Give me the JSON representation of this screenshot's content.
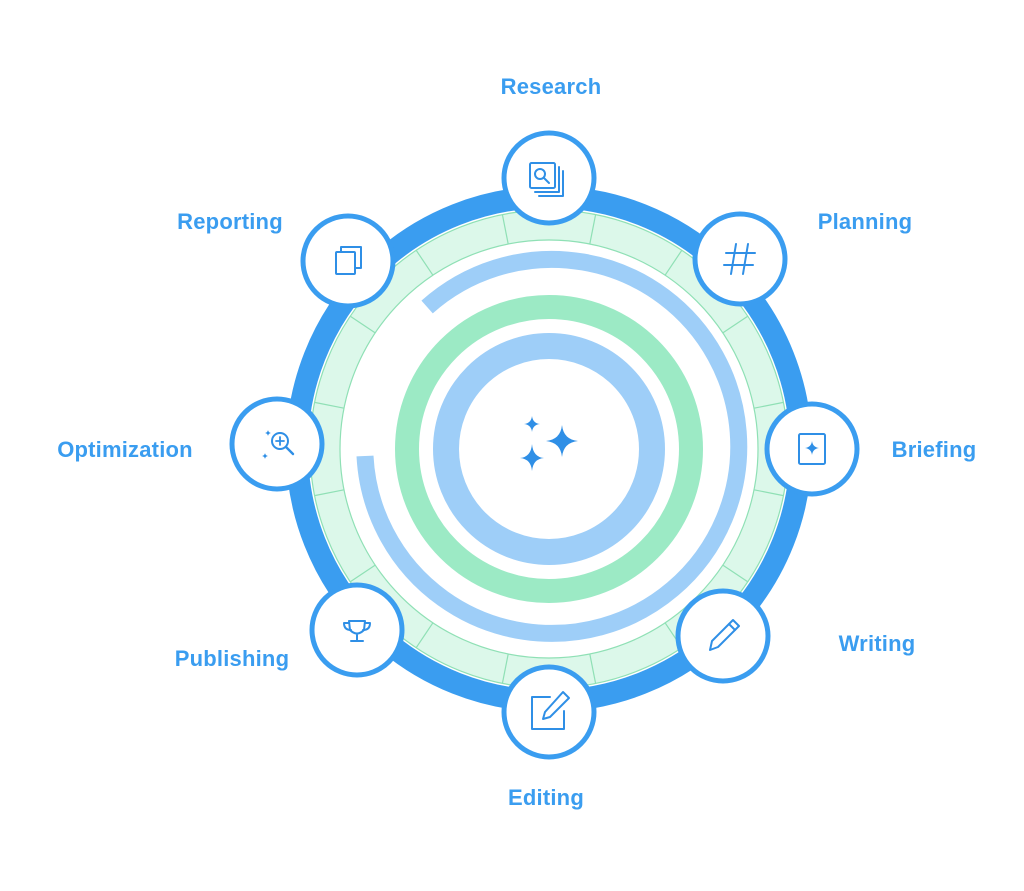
{
  "colors": {
    "outer_ring": "#3a9df0",
    "segment_fill": "#dcf8ea",
    "segment_line": "#8fe0b5",
    "arc_blue": "#9ecef8",
    "arc_green": "#9ceac5",
    "node_stroke": "#3a9df0",
    "icon": "#2f8fe6",
    "label": "#3a9df0"
  },
  "center_icon": "sparkles-icon",
  "stages": [
    {
      "key": "research",
      "label": "Research",
      "icon": "document-search-icon"
    },
    {
      "key": "planning",
      "label": "Planning",
      "icon": "hashtag-icon"
    },
    {
      "key": "briefing",
      "label": "Briefing",
      "icon": "brief-card-icon"
    },
    {
      "key": "writing",
      "label": "Writing",
      "icon": "pencil-icon"
    },
    {
      "key": "editing",
      "label": "Editing",
      "icon": "edit-square-icon"
    },
    {
      "key": "publishing",
      "label": "Publishing",
      "icon": "trophy-icon"
    },
    {
      "key": "optimization",
      "label": "Optimization",
      "icon": "magnify-sparkle-icon"
    },
    {
      "key": "reporting",
      "label": "Reporting",
      "icon": "copy-pages-icon"
    }
  ]
}
